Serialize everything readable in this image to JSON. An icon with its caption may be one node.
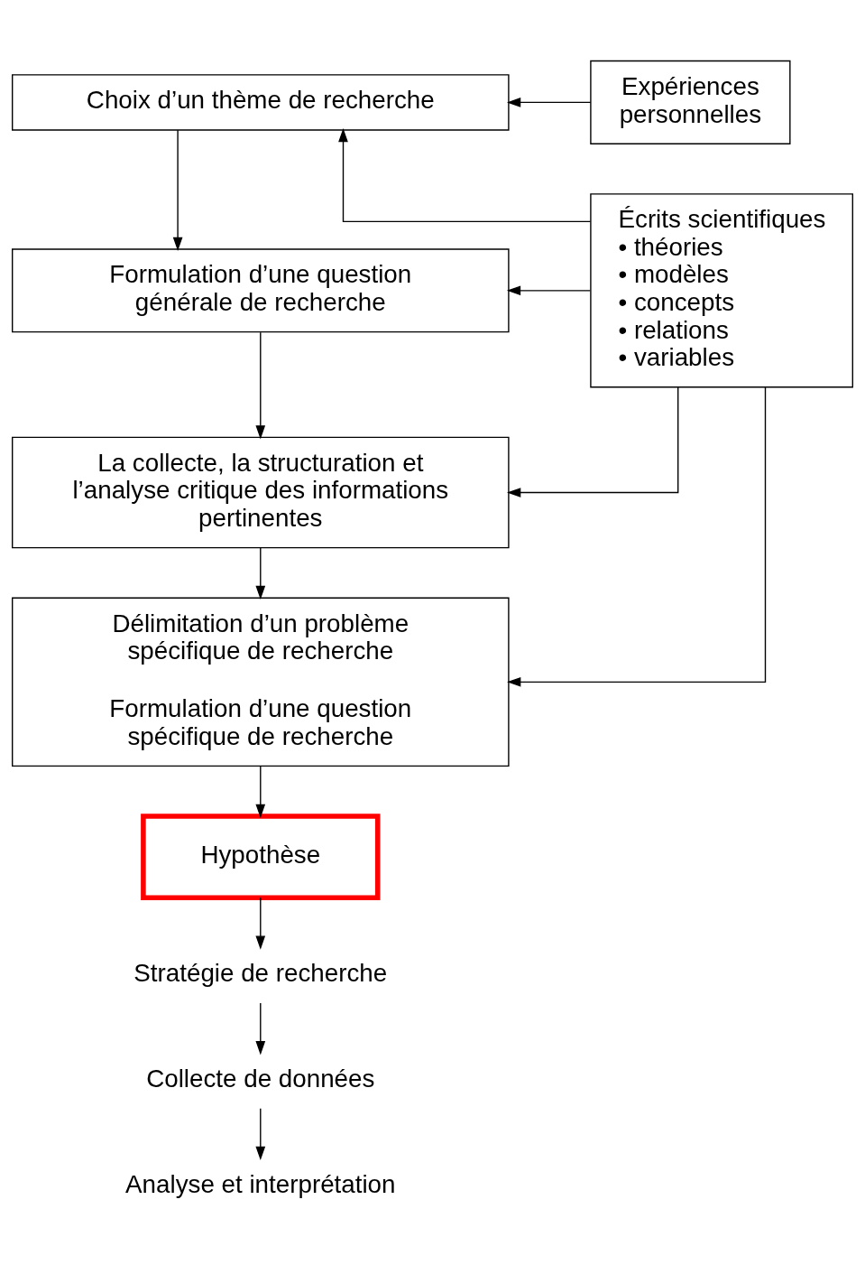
{
  "diagram": {
    "nodes": [
      {
        "text": [
          "Choix d’un thème de recherche"
        ]
      },
      {
        "text": [
          "Expériences personnelles"
        ]
      },
      {
        "text": [
          "Formulation d’une question générale de recherche"
        ]
      },
      {
        "text": [
          "Écrits scientifiques",
          "• théories",
          "• modèles",
          "• concepts",
          "• relations",
          "• variables"
        ]
      },
      {
        "text": [
          "La collecte, la structuration et l’analyse critique des informations pertinentes"
        ]
      },
      {
        "text": [
          "Délimitation d’un problème spécifique de recherche",
          "Formulation d’une question spécifique de recherche"
        ]
      },
      {
        "text": [
          "Hypothèse"
        ]
      },
      {
        "text": [
          "Stratégie de recherche"
        ]
      },
      {
        "text": [
          "Collecte de données"
        ]
      },
      {
        "text": [
          "Analyse et interprétation"
        ]
      }
    ],
    "edges": [
      {
        "from": 0,
        "to": 2,
        "arrow": "to"
      },
      {
        "from": 2,
        "to": 4,
        "arrow": "to"
      },
      {
        "from": 4,
        "to": 5,
        "arrow": "to"
      },
      {
        "from": 5,
        "to": 6,
        "arrow": "to"
      },
      {
        "from": 6,
        "to": 7,
        "arrow": "to"
      },
      {
        "from": 7,
        "to": 8,
        "arrow": "to"
      },
      {
        "from": 8,
        "to": 9,
        "arrow": "to"
      },
      {
        "from": 1,
        "to": 0,
        "arrow": "to"
      },
      {
        "from": 3,
        "to": 0,
        "arrow": "to"
      },
      {
        "from": 3,
        "to": 2,
        "arrow": "to"
      },
      {
        "from": 3,
        "to": 4,
        "arrow": "to"
      },
      {
        "from": 3,
        "to": 5,
        "arrow": "to"
      }
    ]
  }
}
